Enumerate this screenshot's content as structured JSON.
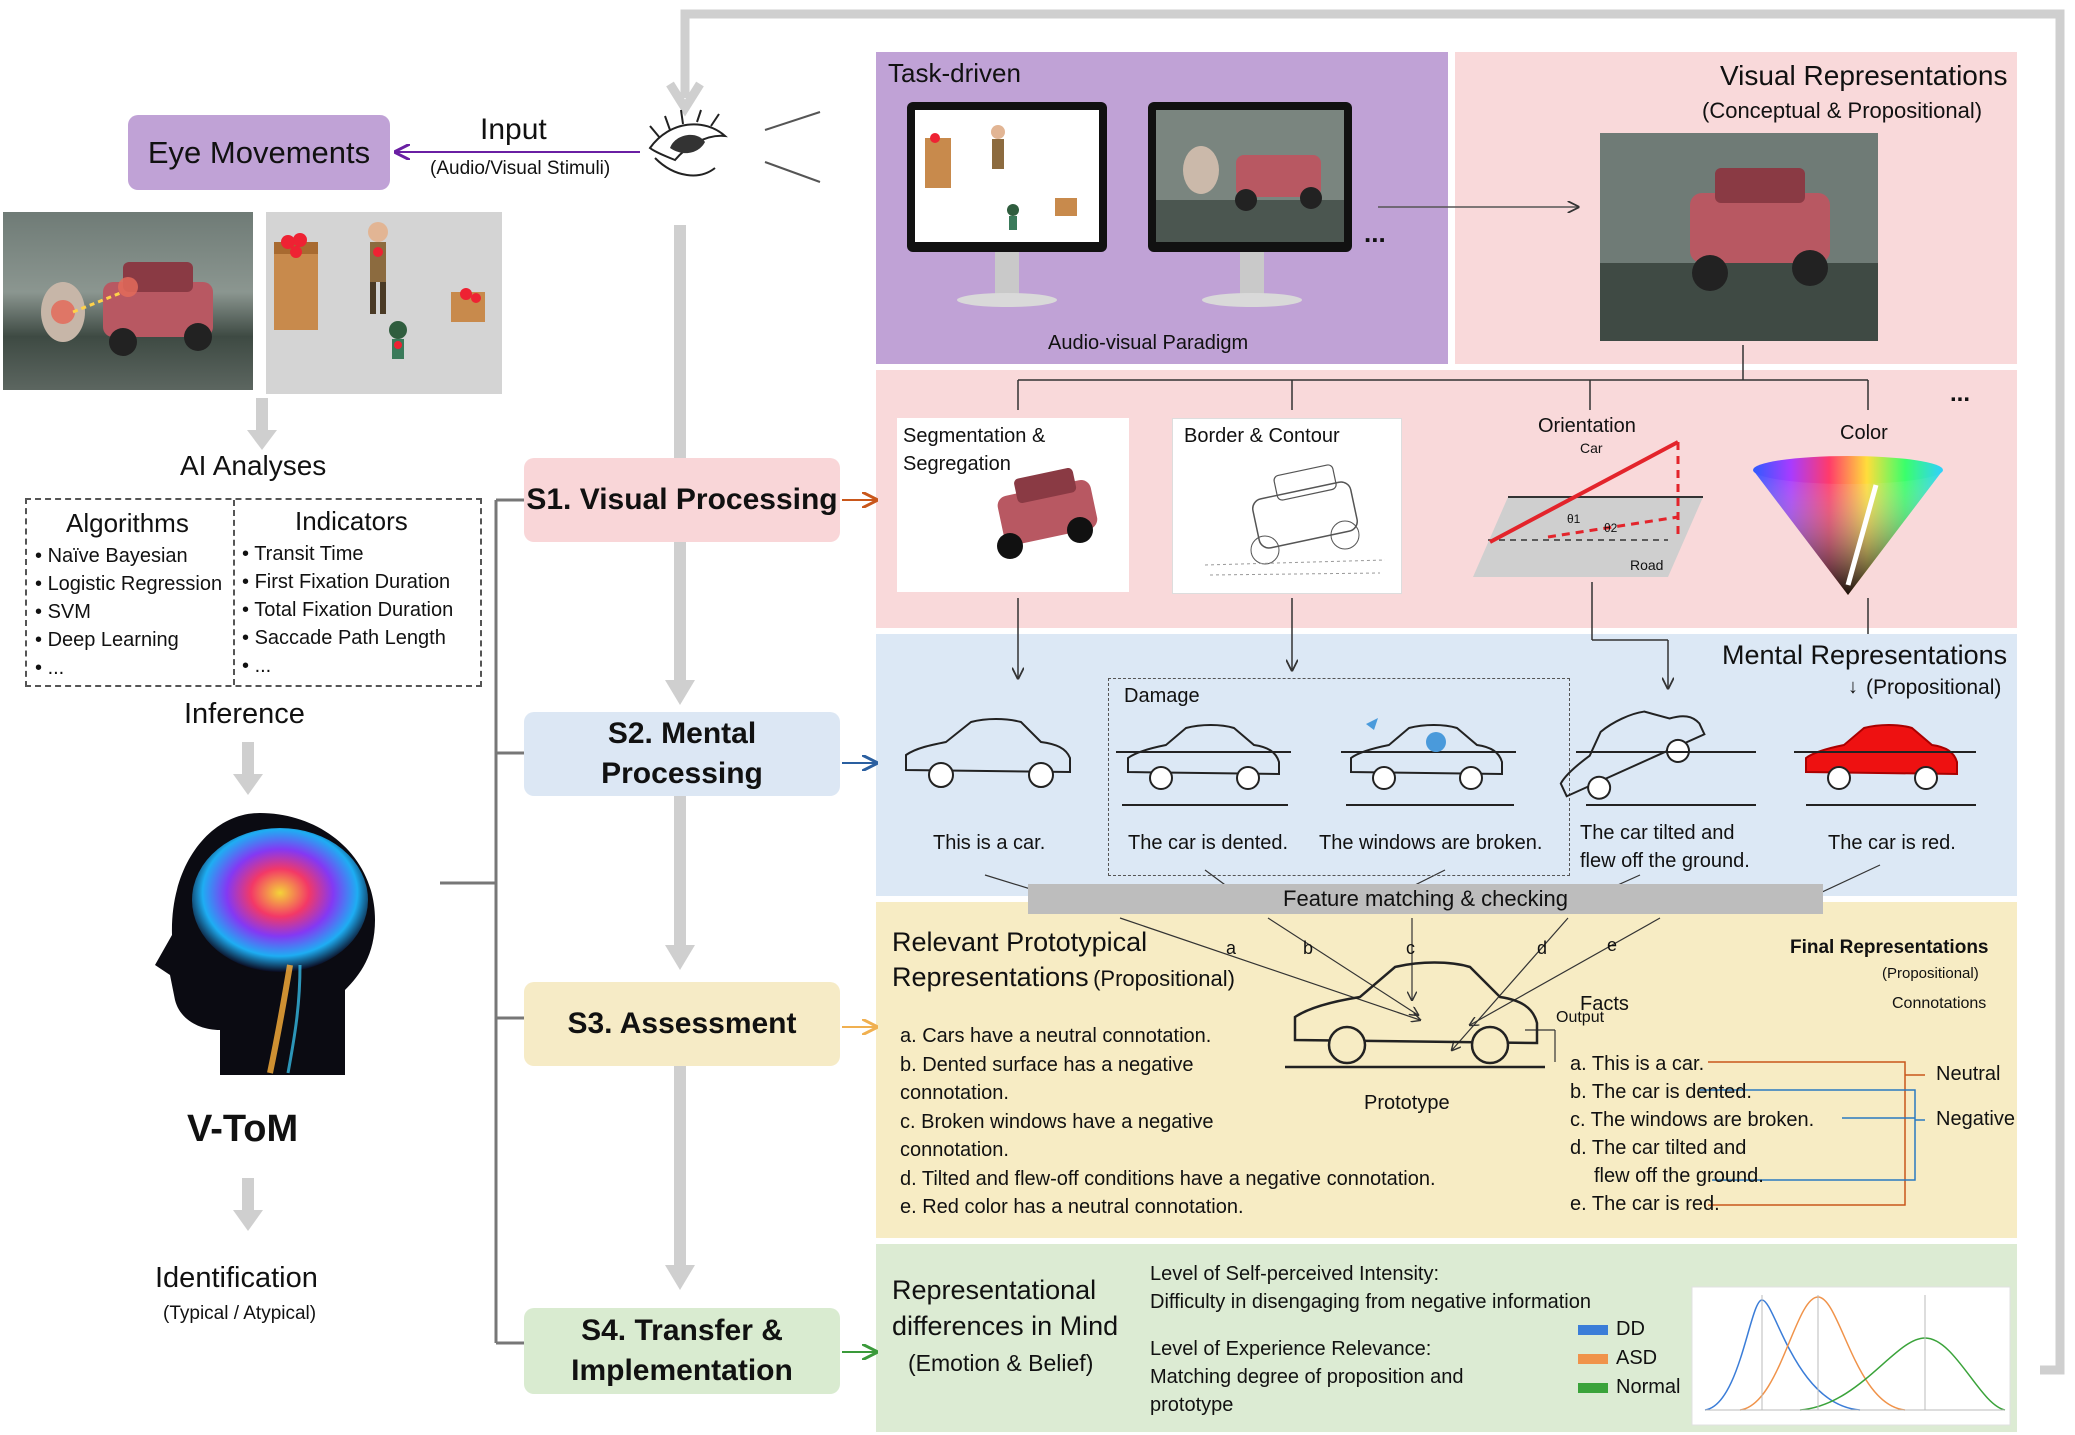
{
  "top": {
    "eye_movements": "Eye Movements",
    "input_label": "Input",
    "input_sub": "(Audio/Visual Stimuli)"
  },
  "left": {
    "ai_analyses": "AI Analyses",
    "algorithms_title": "Algorithms",
    "algorithms": [
      "Naïve Bayesian",
      "Logistic Regression",
      "SVM",
      "Deep Learning",
      "..."
    ],
    "indicators_title": "Indicators",
    "indicators": [
      "Transit Time",
      "First Fixation Duration",
      "Total Fixation Duration",
      "Saccade Path Length",
      "..."
    ],
    "inference": "Inference",
    "vtom": "V-ToM",
    "identification": "Identification",
    "identification_sub": "(Typical / Atypical)"
  },
  "stages": {
    "s1": "S1. Visual Processing",
    "s2": "S2. Mental Processing",
    "s3": "S3. Assessment",
    "s4_line1": "S4. Transfer &",
    "s4_line2": "Implementation"
  },
  "task": {
    "title": "Task-driven",
    "paradigm": "Audio-visual Paradigm",
    "ellipsis": "..."
  },
  "visual_rep": {
    "title": "Visual Representations",
    "subtitle": "(Conceptual & Propositional)"
  },
  "features": {
    "seg": "Segmentation &",
    "seg2": "Segregation",
    "border": "Border & Contour",
    "orientation": "Orientation",
    "car": "Car",
    "road": "Road",
    "theta1": "θ1",
    "theta2": "θ2",
    "color": "Color",
    "ellipsis": "..."
  },
  "mental": {
    "title": "Mental Representations",
    "subtitle": "(Propositional)",
    "damage": "Damage",
    "c1": "This is a car.",
    "c2": "The car is dented.",
    "c3": "The windows are broken.",
    "c4a": "The car tilted and",
    "c4b": "flew off the ground.",
    "c5": "The car is red.",
    "feature_matching": "Feature matching & checking"
  },
  "assess": {
    "title1": "Relevant Prototypical",
    "title2": "Representations",
    "title2_sub": "(Propositional)",
    "items": [
      "a. Cars have a neutral connotation.",
      "b. Dented surface has a negative",
      "connotation.",
      "c. Broken windows have a negative",
      "connotation.",
      "d. Tilted and flew-off conditions have a negative connotation.",
      "e. Red color has a neutral connotation."
    ],
    "letters": [
      "a",
      "b",
      "c",
      "d",
      "e"
    ],
    "prototype": "Prototype",
    "output": "Output",
    "facts": "Facts",
    "final": "Final Representations",
    "final_sub": "(Propositional)",
    "connotations": "Connotations",
    "facts_list": [
      "a. This is a car.",
      "b. The car is dented.",
      "c. The windows are broken.",
      "d. The car tilted and",
      "flew off the ground.",
      "e. The car is red."
    ],
    "neutral": "Neutral",
    "negative": "Negative"
  },
  "transfer": {
    "title1": "Representational",
    "title2": "differences in Mind",
    "title3": "(Emotion & Belief)",
    "intensity1": "Level of Self-perceived Intensity:",
    "intensity2": "Difficulty in disengaging from negative information",
    "relevance1": "Level of Experience Relevance:",
    "relevance2": "Matching degree of proposition and",
    "relevance3": "prototype",
    "legend": [
      {
        "label": "DD",
        "color": "#3b7dd8"
      },
      {
        "label": "ASD",
        "color": "#f0934a"
      },
      {
        "label": "Normal",
        "color": "#3aa33a"
      }
    ]
  },
  "colors": {
    "purple": "#c0a2d6",
    "pink": "#f9d9da",
    "blue": "#dce8f5",
    "yellow": "#f7ecc4",
    "green": "#dcebd3",
    "s1": "#f9d6d8",
    "s2": "#dce7f4",
    "s3": "#f6ebc6",
    "s4": "#d9ebd0"
  }
}
